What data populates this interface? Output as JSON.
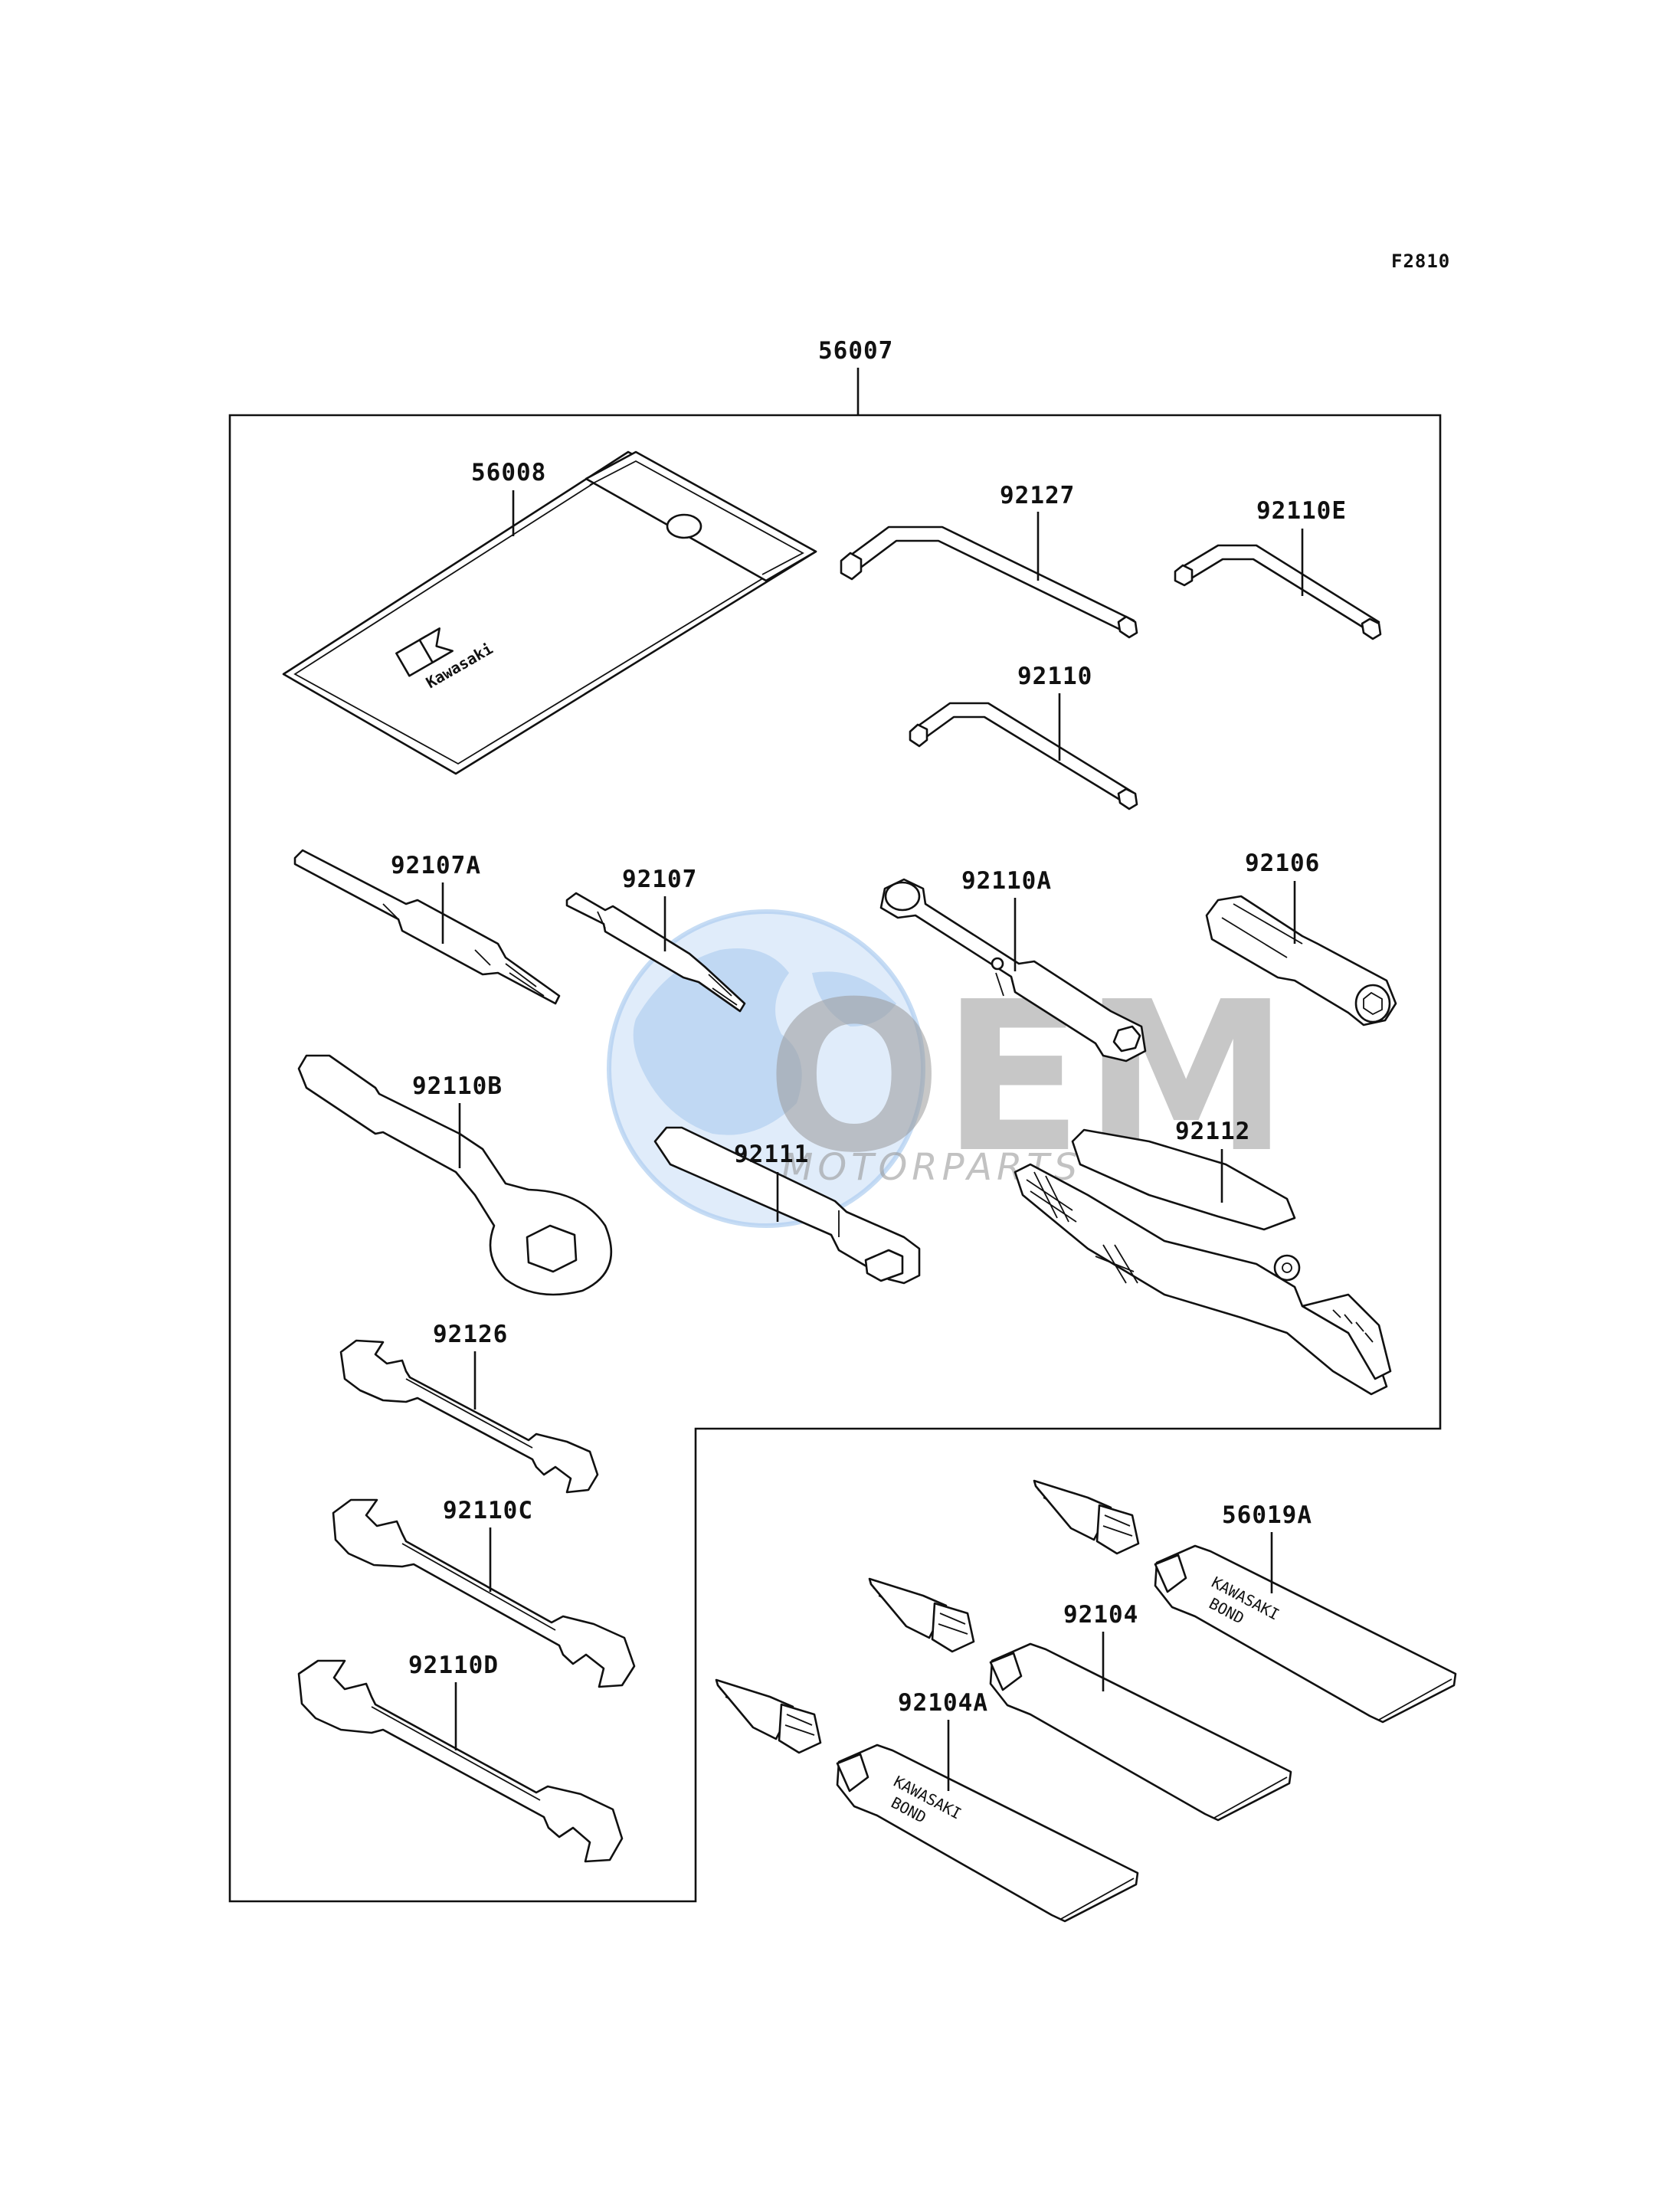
{
  "figure_code": "F2810",
  "kit": {
    "part_no": "56007"
  },
  "parts": [
    {
      "part_no": "56008",
      "name": "tool-pouch"
    },
    {
      "part_no": "92127",
      "name": "hex-wrench"
    },
    {
      "part_no": "92110E",
      "name": "hex-wrench"
    },
    {
      "part_no": "92110",
      "name": "hex-wrench"
    },
    {
      "part_no": "92107A",
      "name": "screwdriver-bit"
    },
    {
      "part_no": "92107",
      "name": "screwdriver-bit"
    },
    {
      "part_no": "92110A",
      "name": "box-spanner"
    },
    {
      "part_no": "92106",
      "name": "adapter"
    },
    {
      "part_no": "92110B",
      "name": "ring-wrench"
    },
    {
      "part_no": "92111",
      "name": "handle"
    },
    {
      "part_no": "92112",
      "name": "pliers"
    },
    {
      "part_no": "92126",
      "name": "open-end-wrench"
    },
    {
      "part_no": "92110C",
      "name": "open-end-wrench"
    },
    {
      "part_no": "92110D",
      "name": "open-end-wrench"
    },
    {
      "part_no": "56019A",
      "name": "bond-tube"
    },
    {
      "part_no": "92104",
      "name": "bond-tube"
    },
    {
      "part_no": "92104A",
      "name": "bond-tube"
    }
  ],
  "pouch_logo_text": "Kawasaki",
  "tube_text": {
    "line1": "KAWASAKI",
    "line2": "BOND"
  },
  "watermark": {
    "main": "OEM",
    "sub": "MOTORPARTS"
  },
  "colors": {
    "ink": "#111111",
    "paper": "#ffffff",
    "watermark_blue": "#bcd6f2",
    "watermark_gray": "#9a9a9a"
  }
}
